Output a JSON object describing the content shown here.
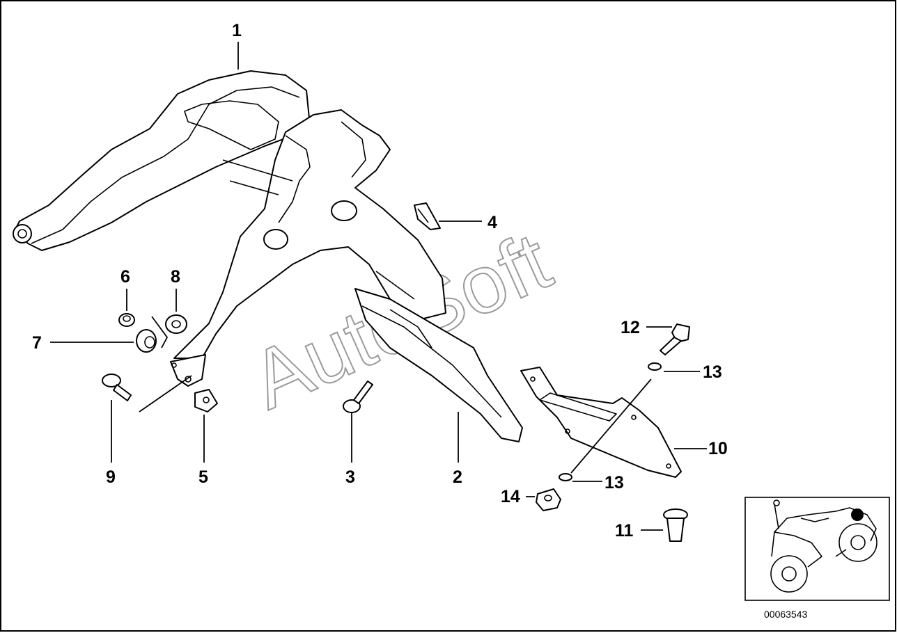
{
  "diagram": {
    "callouts": [
      {
        "id": "1"
      },
      {
        "id": "2"
      },
      {
        "id": "3"
      },
      {
        "id": "4"
      },
      {
        "id": "5"
      },
      {
        "id": "6"
      },
      {
        "id": "7"
      },
      {
        "id": "8"
      },
      {
        "id": "9"
      },
      {
        "id": "10"
      },
      {
        "id": "11"
      },
      {
        "id": "12"
      },
      {
        "id": "13a",
        "label": "13"
      },
      {
        "id": "13b",
        "label": "13"
      },
      {
        "id": "14"
      }
    ],
    "watermark": "AutoSoft",
    "image_code": "00063543"
  }
}
